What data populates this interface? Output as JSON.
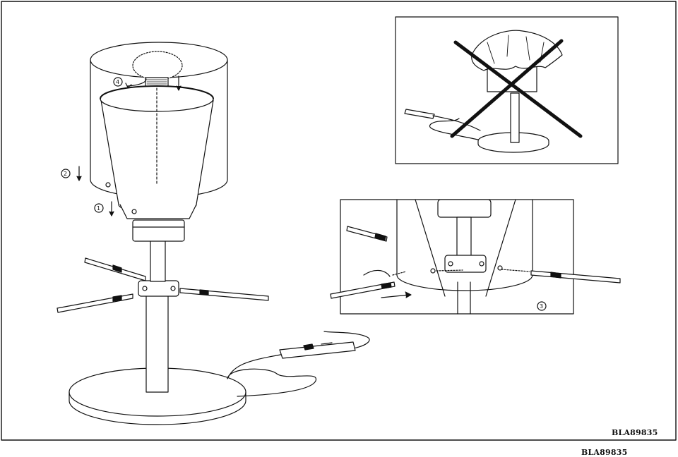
{
  "document": {
    "code_inner": "BLA89835",
    "code_outer": "BLA89835"
  },
  "steps": {
    "step1": "1",
    "step2": "2",
    "step3": "3",
    "step4": "4"
  },
  "colors": {
    "line": "#111111",
    "background": "#ffffff"
  }
}
